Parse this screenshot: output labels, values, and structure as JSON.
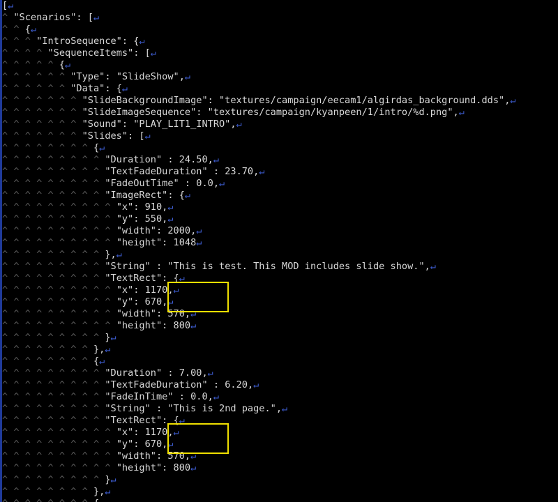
{
  "editor": {
    "newline_glyph": "↵",
    "colors": {
      "background": "#000000",
      "text": "#d8d8d8",
      "indent_guide": "#5a5a5a",
      "newline_marker": "#3d5ccf",
      "highlight": "#f0e000"
    },
    "lines": [
      {
        "guides": "",
        "code": "[",
        "nl": true
      },
      {
        "guides": "^ ",
        "code": "\"Scenarios\": [",
        "nl": true
      },
      {
        "guides": "^ ^ ",
        "code": "{",
        "nl": true
      },
      {
        "guides": "^ ^ ^ ",
        "code": "\"IntroSequence\": {",
        "nl": true
      },
      {
        "guides": "^ ^ ^ ^ ",
        "code": "\"SequenceItems\": [",
        "nl": true
      },
      {
        "guides": "^ ^ ^ ^ ^ ",
        "code": "{",
        "nl": true
      },
      {
        "guides": "^ ^ ^ ^ ^ ^ ",
        "code": "\"Type\": \"SlideShow\",",
        "nl": true
      },
      {
        "guides": "^ ^ ^ ^ ^ ^ ",
        "code": "\"Data\": {",
        "nl": true
      },
      {
        "guides": "^ ^ ^ ^ ^ ^ ^ ",
        "code": "\"SlideBackgroundImage\": \"textures/campaign/eecam1/algirdas_background.dds\",",
        "nl": true
      },
      {
        "guides": "^ ^ ^ ^ ^ ^ ^ ",
        "code": "\"SlideImageSequence\": \"textures/campaign/kyanpeen/1/intro/%d.png\",",
        "nl": true
      },
      {
        "guides": "^ ^ ^ ^ ^ ^ ^ ",
        "code": "\"Sound\": \"PLAY_LIT1_INTRO\",",
        "nl": true
      },
      {
        "guides": "^ ^ ^ ^ ^ ^ ^ ",
        "code": "\"Slides\": [",
        "nl": true
      },
      {
        "guides": "^ ^ ^ ^ ^ ^ ^ ^ ",
        "code": "{",
        "nl": true
      },
      {
        "guides": "^ ^ ^ ^ ^ ^ ^ ^ ^ ",
        "code": "\"Duration\" : 24.50,",
        "nl": true
      },
      {
        "guides": "^ ^ ^ ^ ^ ^ ^ ^ ^ ",
        "code": "\"TextFadeDuration\" : 23.70,",
        "nl": true
      },
      {
        "guides": "^ ^ ^ ^ ^ ^ ^ ^ ^ ",
        "code": "\"FadeOutTime\" : 0.0,",
        "nl": true
      },
      {
        "guides": "^ ^ ^ ^ ^ ^ ^ ^ ^ ",
        "code": "\"ImageRect\": {",
        "nl": true
      },
      {
        "guides": "^ ^ ^ ^ ^ ^ ^ ^ ^ ^ ",
        "code": "\"x\": 910,",
        "nl": true
      },
      {
        "guides": "^ ^ ^ ^ ^ ^ ^ ^ ^ ^ ",
        "code": "\"y\": 550,",
        "nl": true
      },
      {
        "guides": "^ ^ ^ ^ ^ ^ ^ ^ ^ ^ ",
        "code": "\"width\": 2000,",
        "nl": true
      },
      {
        "guides": "^ ^ ^ ^ ^ ^ ^ ^ ^ ^ ",
        "code": "\"height\": 1048",
        "nl": true
      },
      {
        "guides": "^ ^ ^ ^ ^ ^ ^ ^ ^ ",
        "code": "},",
        "nl": true
      },
      {
        "guides": "^ ^ ^ ^ ^ ^ ^ ^ ^ ",
        "code": "\"String\" : \"This is test. This MOD includes slide show.\",",
        "nl": true
      },
      {
        "guides": "^ ^ ^ ^ ^ ^ ^ ^ ^ ",
        "code": "\"TextRect\": {",
        "nl": true
      },
      {
        "guides": "^ ^ ^ ^ ^ ^ ^ ^ ^ ^ ",
        "code": "\"x\": 1170,",
        "nl": true
      },
      {
        "guides": "^ ^ ^ ^ ^ ^ ^ ^ ^ ^ ",
        "code": "\"y\": 670,",
        "nl": true
      },
      {
        "guides": "^ ^ ^ ^ ^ ^ ^ ^ ^ ^ ",
        "code": "\"width\": 570,",
        "nl": true
      },
      {
        "guides": "^ ^ ^ ^ ^ ^ ^ ^ ^ ^ ",
        "code": "\"height\": 800",
        "nl": true
      },
      {
        "guides": "^ ^ ^ ^ ^ ^ ^ ^ ^ ",
        "code": "}",
        "nl": true
      },
      {
        "guides": "^ ^ ^ ^ ^ ^ ^ ^ ",
        "code": "},",
        "nl": true
      },
      {
        "guides": "^ ^ ^ ^ ^ ^ ^ ^ ",
        "code": "{",
        "nl": true
      },
      {
        "guides": "^ ^ ^ ^ ^ ^ ^ ^ ^ ",
        "code": "\"Duration\" : 7.00,",
        "nl": true
      },
      {
        "guides": "^ ^ ^ ^ ^ ^ ^ ^ ^ ",
        "code": "\"TextFadeDuration\" : 6.20,",
        "nl": true
      },
      {
        "guides": "^ ^ ^ ^ ^ ^ ^ ^ ^ ",
        "code": "\"FadeInTime\" : 0.0,",
        "nl": true
      },
      {
        "guides": "^ ^ ^ ^ ^ ^ ^ ^ ^ ",
        "code": "\"String\" : \"This is 2nd page.\",",
        "nl": true
      },
      {
        "guides": "^ ^ ^ ^ ^ ^ ^ ^ ^ ",
        "code": "\"TextRect\": {",
        "nl": true
      },
      {
        "guides": "^ ^ ^ ^ ^ ^ ^ ^ ^ ^ ",
        "code": "\"x\": 1170,",
        "nl": true
      },
      {
        "guides": "^ ^ ^ ^ ^ ^ ^ ^ ^ ^ ",
        "code": "\"y\": 670,",
        "nl": true
      },
      {
        "guides": "^ ^ ^ ^ ^ ^ ^ ^ ^ ^ ",
        "code": "\"width\": 570,",
        "nl": true
      },
      {
        "guides": "^ ^ ^ ^ ^ ^ ^ ^ ^ ^ ",
        "code": "\"height\": 800",
        "nl": true
      },
      {
        "guides": "^ ^ ^ ^ ^ ^ ^ ^ ^ ",
        "code": "}",
        "nl": true
      },
      {
        "guides": "^ ^ ^ ^ ^ ^ ^ ^ ",
        "code": "},",
        "nl": true
      },
      {
        "guides": "^ ^ ^ ^ ^ ^ ^ ^ ",
        "code": "{",
        "nl": false
      }
    ]
  }
}
